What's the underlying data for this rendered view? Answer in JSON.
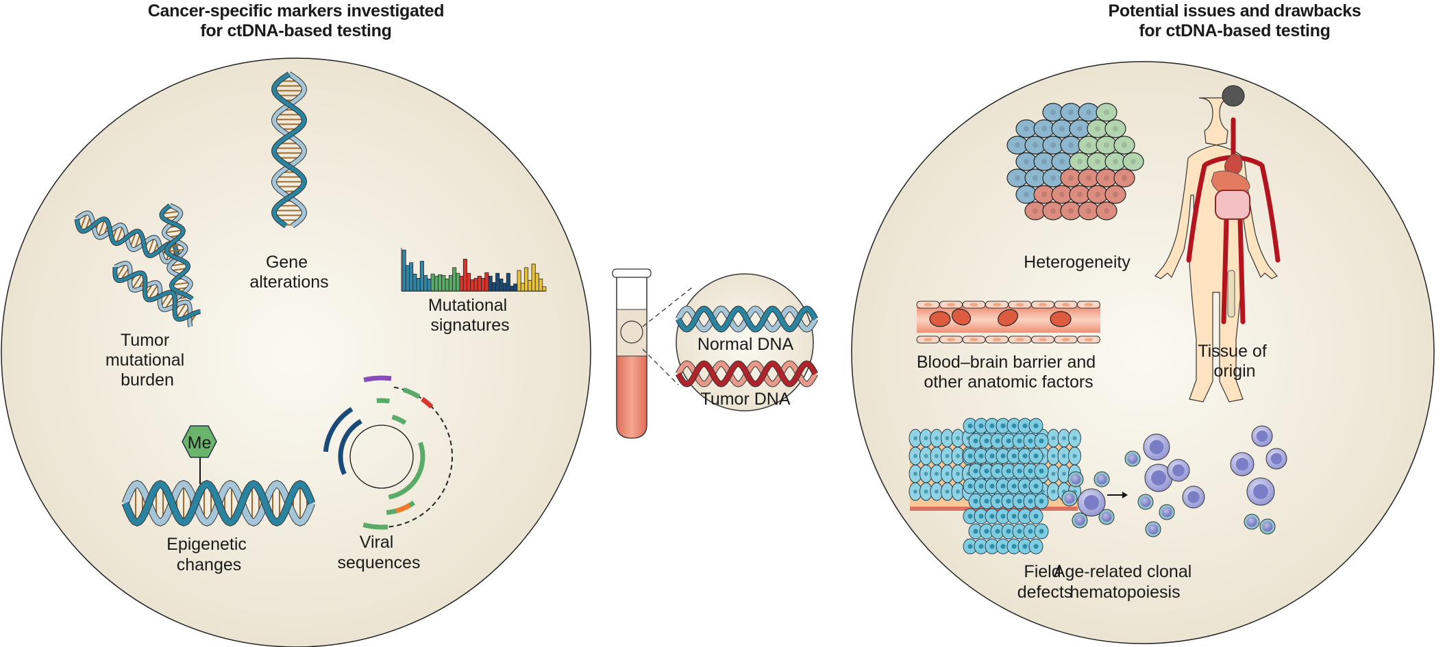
{
  "panels": {
    "left": {
      "title_line1": "Cancer-specific markers investigated",
      "title_line2": "for ctDNA-based testing",
      "items": [
        {
          "id": "tmb",
          "label_lines": [
            "Tumor",
            "mutational",
            "burden"
          ],
          "icon": "fragmented-dna-icon"
        },
        {
          "id": "gene",
          "label_lines": [
            "Gene",
            "alterations"
          ],
          "icon": "dna-helix-icon"
        },
        {
          "id": "sig",
          "label_lines": [
            "Mutational",
            "signatures"
          ],
          "icon": "mutation-signature-barchart-icon"
        },
        {
          "id": "epi",
          "label_lines": [
            "Epigenetic",
            "changes"
          ],
          "icon": "methylated-dna-icon",
          "badge": "Me"
        },
        {
          "id": "viral",
          "label_lines": [
            "Viral",
            "sequences"
          ],
          "icon": "viral-genome-circle-icon"
        }
      ]
    },
    "center": {
      "tube_icon": "blood-tube-icon",
      "normal_label": "Normal DNA",
      "tumor_label": "Tumor DNA"
    },
    "right": {
      "title_line1": "Potential issues and drawbacks",
      "title_line2": "for ctDNA-based testing",
      "items": [
        {
          "id": "het",
          "label_lines": [
            "Heterogeneity"
          ],
          "icon": "heterogeneous-tumor-cells-icon"
        },
        {
          "id": "tissue",
          "label_lines": [
            "Tissue of",
            "origin"
          ],
          "icon": "human-body-anatomy-icon"
        },
        {
          "id": "bbb",
          "label_lines": [
            "Blood–brain barrier and",
            "other anatomic factors"
          ],
          "icon": "blood-vessel-icon"
        },
        {
          "id": "field",
          "label_lines": [
            "Field",
            "defects"
          ],
          "icon": "epithelial-field-defect-icon"
        },
        {
          "id": "chip",
          "label_lines": [
            "Age-related clonal",
            "hematopoiesis"
          ],
          "icon": "clonal-expansion-cells-icon"
        }
      ]
    }
  },
  "colors": {
    "panel_fill": "#efe8d8",
    "panel_center": "#faf7ef",
    "dna_dark": "#2a84a0",
    "dna_light": "#a5c6d8",
    "base_pair": "#9b6a2c",
    "tumor_dark": "#b0232a",
    "tumor_light": "#e8998a",
    "cell_blue": "#8db6cf",
    "cell_green": "#b2d5b0",
    "cell_red": "#dd8c80",
    "field_cell": "#8fd3e4",
    "blood_cell": "#a8abdc",
    "sig_blue": "#2f86a6",
    "sig_green": "#5aaa68",
    "sig_red": "#d9352a",
    "sig_navy": "#1a4a78",
    "sig_yellow": "#e8c13a",
    "methyl": "#6bb46b"
  },
  "mutational_signature_bars": {
    "groups": [
      {
        "color": "sig_blue",
        "values": [
          0.58,
          0.36,
          0.4,
          0.24,
          0.18,
          0.42,
          0.22,
          0.17
        ]
      },
      {
        "color": "sig_green",
        "values": [
          0.24,
          0.21,
          0.23,
          0.22,
          0.17,
          0.22,
          0.33,
          0.25
        ]
      },
      {
        "color": "sig_red",
        "values": [
          0.21,
          0.45,
          0.25,
          0.16,
          0.18,
          0.21,
          0.18,
          0.26
        ]
      },
      {
        "color": "sig_navy",
        "values": [
          0.21,
          0.12,
          0.25,
          0.17,
          0.11,
          0.25,
          0.07,
          0.1
        ]
      },
      {
        "color": "sig_yellow",
        "values": [
          0.29,
          0.11,
          0.33,
          0.15,
          0.38,
          0.25,
          0.17,
          0.06
        ]
      }
    ]
  }
}
